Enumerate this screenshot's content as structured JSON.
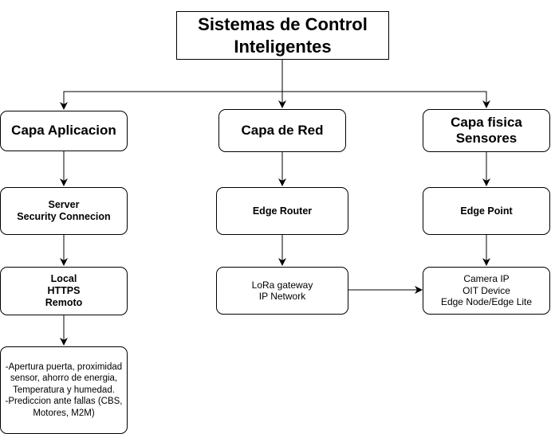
{
  "title": "Sistemas de Control\nInteligentes",
  "columns": [
    {
      "layer": "Capa Aplicacion",
      "level2": "Server\nSecurity Connecion",
      "level3": "Local\nHTTPS\nRemoto",
      "level4": "-Apertura puerta, proximidad sensor, ahorro de energia, Temperatura y humedad.\n-Prediccion ante fallas (CBS, Motores, M2M)"
    },
    {
      "layer": "Capa de Red",
      "level2": "Edge Router",
      "level3": "LoRa gateway\nIP Network"
    },
    {
      "layer": "Capa fisica\nSensores",
      "level2": "Edge Point",
      "level3": "Camera IP\nOIT Device\nEdge Node/Edge Lite"
    }
  ]
}
